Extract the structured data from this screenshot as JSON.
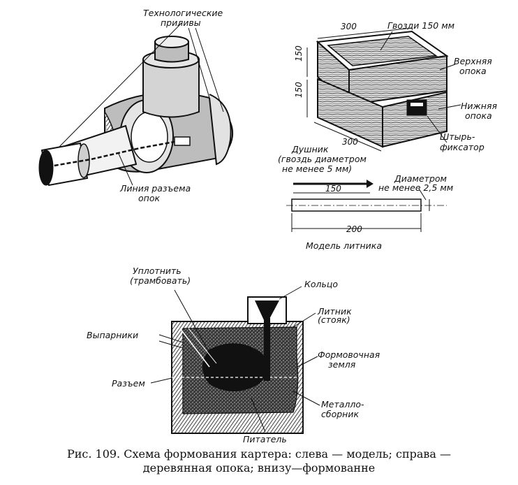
{
  "model": {
    "tech_prilivy_line1": "Технологические",
    "tech_prilivy_line2": "приливы",
    "liniya_line1": "Линия разъема",
    "liniya_line2": "опок"
  },
  "flask": {
    "dim_top": "300",
    "dim_h1": "150",
    "dim_h2": "150",
    "dim_bottom": "300",
    "gvozdi": "Гвозди 150 мм",
    "verhnyaya_line1": "Верхняя",
    "verhnyaya_line2": "опока",
    "nizhnyaya_line1": "Нижняя",
    "nizhnyaya_line2": "опока",
    "shtyr_line1": "Штырь-",
    "shtyr_line2": "фиксатор"
  },
  "sprue": {
    "dushnik_line1": "Душник",
    "dushnik_line2": "(гвоздь диаметром",
    "dushnik_line3": "не менее 5 мм)",
    "dim_150": "150",
    "diam_line1": "Диаметром",
    "diam_line2": "не менее 2,5 мм",
    "dim_200": "200",
    "title": "Модель литника"
  },
  "molding": {
    "uplotnit_line1": "Уплотнить",
    "uplotnit_line2": "(трамбовать)",
    "koltso": "Кольцо",
    "litnik_line1": "Литник",
    "litnik_line2": "(стояк)",
    "vyparniki": "Выпарники",
    "formovochnaya_line1": "Формовочная",
    "formovochnaya_line2": "земля",
    "razem": "Разъем",
    "metallo_line1": "Металло-",
    "metallo_line2": "сборник",
    "pitatel": "Питатель"
  },
  "caption": {
    "line1": "Рис.  109. Схема формования картера: слева — модель; справа —",
    "line2": "деревянная опока; внизу—формованне"
  }
}
